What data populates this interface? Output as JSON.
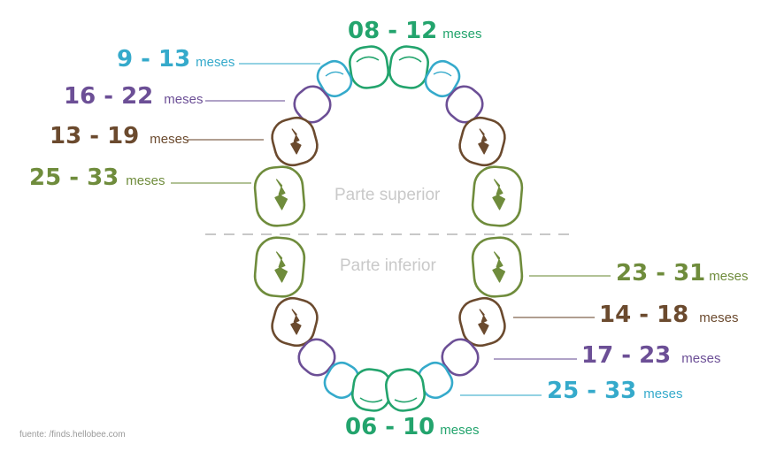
{
  "colors": {
    "green": "#23a46d",
    "blue": "#35aacb",
    "purple": "#6c4f96",
    "brown": "#6b4a2e",
    "olive": "#6f8c3c",
    "line": "#888888",
    "divider": "#c8c8c8"
  },
  "diagram": {
    "caption_upper": "Parte superior",
    "caption_lower": "Parte inferior",
    "source": "fuente: /finds.hellobee.com",
    "upper_labels": [
      {
        "tooth": "central incisors",
        "range": "08 - 12",
        "unit": "meses",
        "color": "green"
      },
      {
        "tooth": "lateral incisors",
        "range": "9 - 13",
        "unit": "meses",
        "color": "blue"
      },
      {
        "tooth": "canines",
        "range": "16 - 22",
        "unit": "meses",
        "color": "purple"
      },
      {
        "tooth": "first molars",
        "range": "13 - 19",
        "unit": "meses",
        "color": "brown"
      },
      {
        "tooth": "second molars",
        "range": "25 - 33",
        "unit": "meses",
        "color": "olive"
      }
    ],
    "lower_labels": [
      {
        "tooth": "second molars",
        "range": "23 - 31",
        "unit": "meses",
        "color": "olive"
      },
      {
        "tooth": "first molars",
        "range": "14 - 18",
        "unit": "meses",
        "color": "brown"
      },
      {
        "tooth": "canines",
        "range": "17 - 23",
        "unit": "meses",
        "color": "purple"
      },
      {
        "tooth": "lateral incisors",
        "range": "25 - 33",
        "unit": "meses",
        "color": "blue"
      },
      {
        "tooth": "central incisors",
        "range": "06 - 10",
        "unit": "meses",
        "color": "green"
      }
    ]
  }
}
